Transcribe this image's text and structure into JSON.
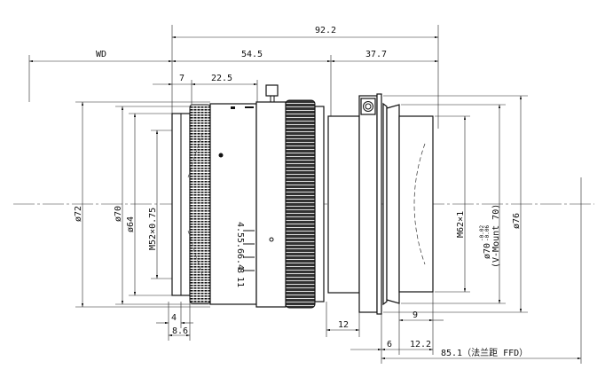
{
  "dimensions": {
    "overall_length": "92.2",
    "working_distance": "WD",
    "front_length": "54.5",
    "rear_length": "37.7",
    "front_offset": "7",
    "focus_section": "22.5",
    "front_step": "4",
    "front_depth": "8.6",
    "barrel_length": "12",
    "rear_thread_length": "9",
    "flange_step": "6",
    "rear_protrusion": "12.2",
    "flange_focal_distance": "85.1（法兰距 FFD）"
  },
  "diameters": {
    "d72": "ø72",
    "d70": "ø70",
    "d64": "ø64",
    "filter_thread": "M52×0.75",
    "rear_thread": "M62×1",
    "mount_diameter": "ø70",
    "mount_tol_upper": "-0.02",
    "mount_tol_lower": "-0.06",
    "mount_name": "(V-Mount 70)",
    "d76": "ø76"
  },
  "aperture_scale": [
    "4.5",
    "5.6",
    "6.4",
    "8",
    "11"
  ]
}
